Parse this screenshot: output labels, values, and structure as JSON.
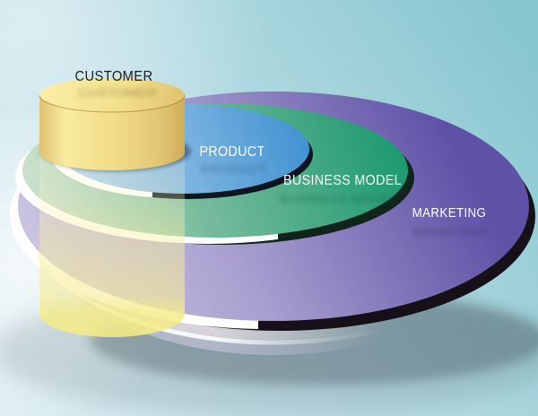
{
  "diagram": {
    "type": "stacked-3d-ellipse-diagram",
    "layers": [
      {
        "id": "marketing",
        "label": "MARKETING",
        "color": "#5f51a6",
        "color_light": "#cfc9e4",
        "text_color": "#ffffff"
      },
      {
        "id": "business_model",
        "label": "BUSINESS MODEL",
        "color": "#1f9a71",
        "color_light": "#cfe2cf",
        "text_color": "#ffffff"
      },
      {
        "id": "product",
        "label": "PRODUCT",
        "color": "#4393d2",
        "color_light": "#bdd8ee",
        "text_color": "#ffffff"
      },
      {
        "id": "customer",
        "label": "CUSTOMER",
        "color": "#f2dd88",
        "color_light": "#faeda5",
        "text_color": "#1c1c1c"
      }
    ],
    "background": {
      "light": "#dcedf2",
      "teal": "#84c5cf"
    }
  }
}
